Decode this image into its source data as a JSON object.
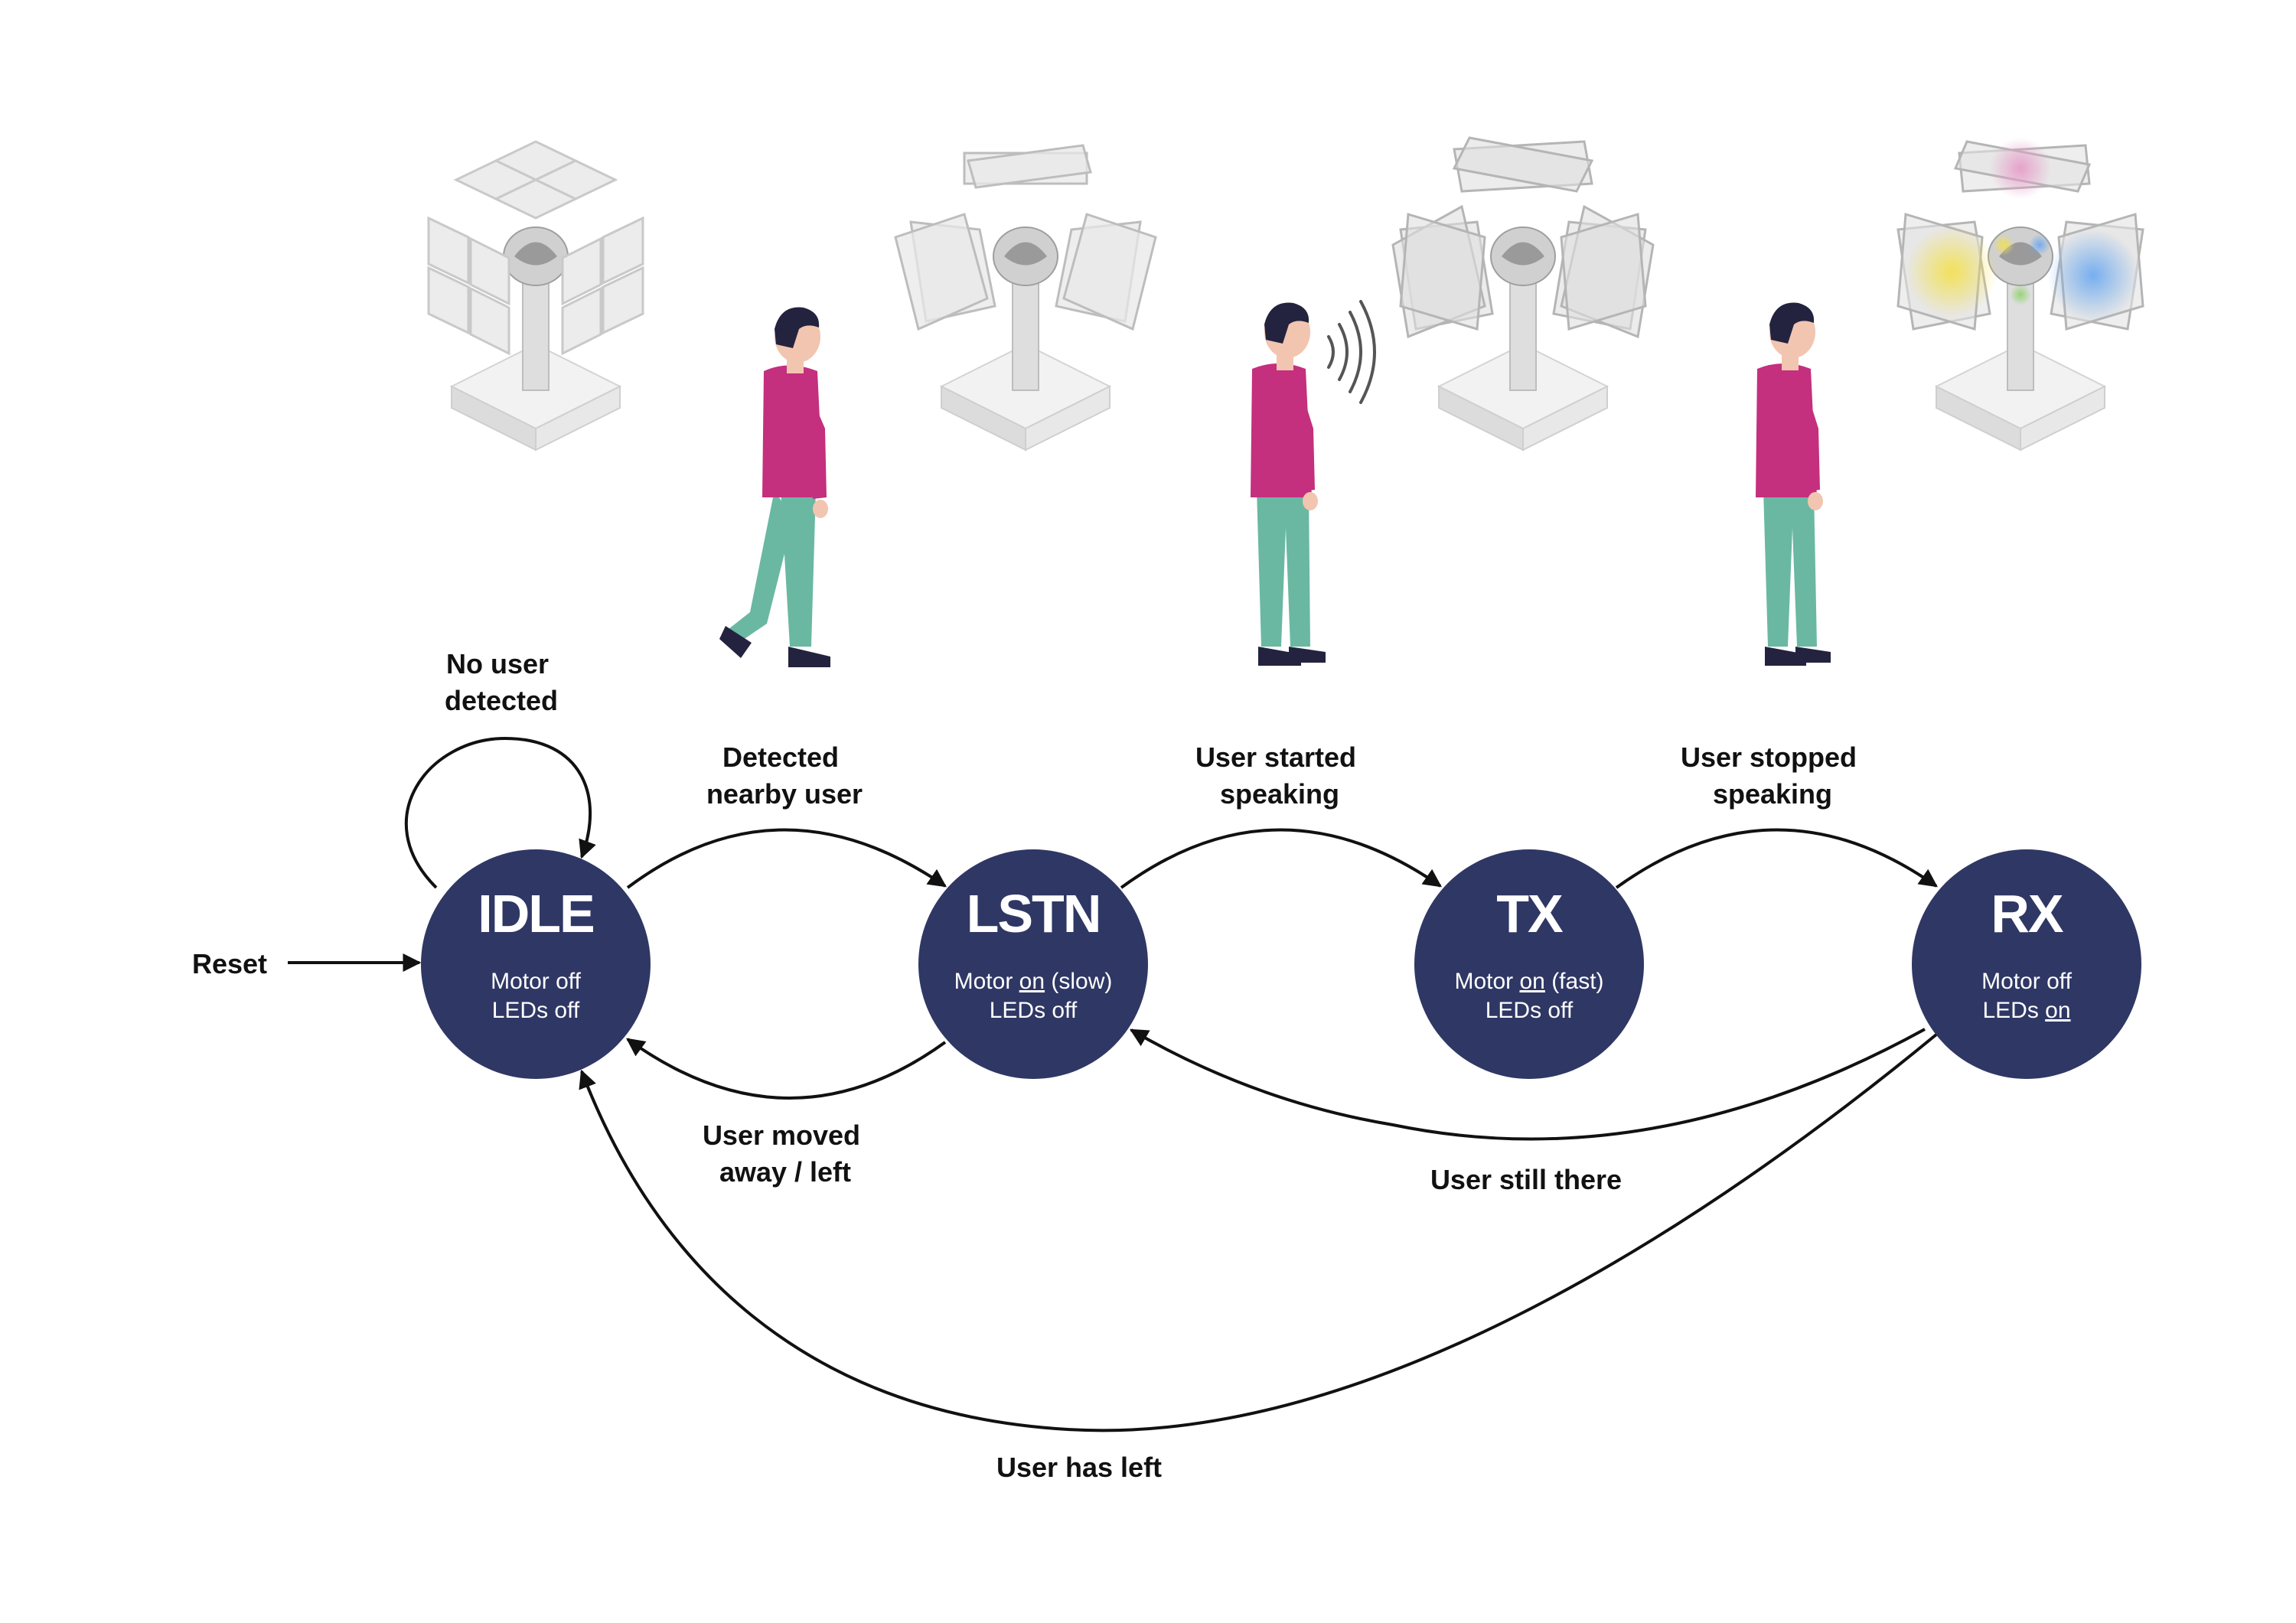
{
  "colors": {
    "node": "#2f3764",
    "shirt": "#c42f7e",
    "pants": "#6ab8a2",
    "skin": "#f2c5b0",
    "hair": "#23233f"
  },
  "reset_label": "Reset",
  "states": [
    {
      "id": "idle",
      "name": "IDLE",
      "line1_pre": "Motor off",
      "line1_em": "",
      "line1_post": "",
      "line2_pre": "LEDs off",
      "line2_em": ""
    },
    {
      "id": "lstn",
      "name": "LSTN",
      "line1_pre": "Motor ",
      "line1_em": "on",
      "line1_post": " (slow)",
      "line2_pre": "LEDs off",
      "line2_em": ""
    },
    {
      "id": "tx",
      "name": "TX",
      "line1_pre": "Motor ",
      "line1_em": "on",
      "line1_post": " (fast)",
      "line2_pre": "LEDs off",
      "line2_em": ""
    },
    {
      "id": "rx",
      "name": "RX",
      "line1_pre": "Motor off",
      "line1_em": "",
      "line1_post": "",
      "line2_pre": "LEDs ",
      "line2_em": "on"
    }
  ],
  "transitions": {
    "no_user": [
      "No user",
      "detected"
    ],
    "detected": [
      "Detected",
      "nearby user"
    ],
    "started": [
      "User started",
      "speaking"
    ],
    "stopped": [
      "User stopped",
      "speaking"
    ],
    "moved": [
      "User moved",
      "away / left"
    ],
    "still_there": "User still there",
    "has_left": "User has left"
  },
  "illustrations": {
    "devices": [
      "device-idle",
      "device-lstn",
      "device-tx",
      "device-rx"
    ],
    "people": [
      "person-walking",
      "person-speaking",
      "person-standing"
    ],
    "sound_icon": "sound-waves-icon"
  }
}
